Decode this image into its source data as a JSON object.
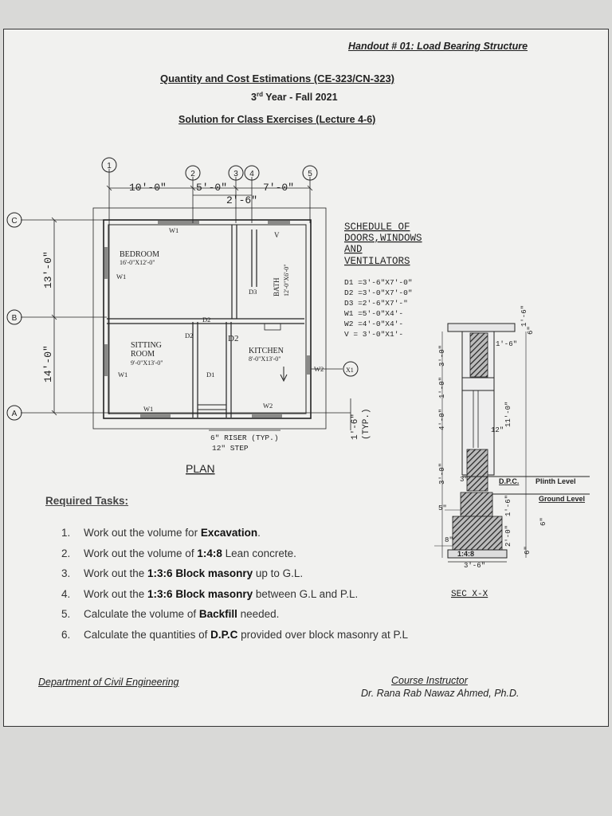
{
  "header": {
    "handout": "Handout # 01: Load Bearing Structure",
    "course": "Quantity and Cost Estimations (CE-323/CN-323)",
    "year_num": "3",
    "year_sup": "rd",
    "year_rest": " Year - Fall 2021",
    "solution": "Solution for Class Exercises (Lecture 4-6)"
  },
  "plan": {
    "title": "PLAN",
    "grid_numbers": [
      "1",
      "2",
      "3",
      "4",
      "5"
    ],
    "grid_letters": [
      "C",
      "B",
      "A"
    ],
    "dims_top": [
      "10'-0\"",
      "5'-0\"",
      "7'-0\"",
      "2'-6\""
    ],
    "dims_left": [
      "13'-0\"",
      "14'-0\""
    ],
    "rooms": {
      "bedroom_name": "BEDROOM",
      "bedroom_size": "16'-0\"X12'-0\"",
      "sitting_name_1": "SITTING",
      "sitting_name_2": "ROOM",
      "sitting_size": "9'-0\"X13'-0\"",
      "kitchen_name": "KITCHEN",
      "kitchen_size": "8'-0\"X13'-0\"",
      "bath_name": "BATH",
      "bath_size": "12'-0\"X6'-0\""
    },
    "labels": {
      "w1": "W1",
      "w2": "W2",
      "d1": "D1",
      "d2": "D2",
      "d3": "D3",
      "v": "V",
      "x1": "X1"
    },
    "riser": "6\" RISER (TYP.)",
    "step": "12\" STEP",
    "typ_dim": "1'-6\"",
    "typ": "(TYP.)"
  },
  "schedule": {
    "title_1": "SCHEDULE OF",
    "title_2": "DOORS,WINDOWS",
    "title_3": "AND",
    "title_4": "VENTILATORS",
    "items": [
      "D1 =3'-6\"X7'-0\"",
      "D2 =3'-0\"X7'-0\"",
      "D3 =2'-6\"X7'-\"",
      "W1 =5'-0\"X4'-",
      "W2 =4'-0\"X4'-",
      "V = 3'-0\"X1'-"
    ]
  },
  "section": {
    "title": "SEC X-X",
    "dpc": "D.P.C.",
    "plinth": "Plinth Level",
    "ground": "Ground Level",
    "ratio": "1:4:8",
    "dims": [
      "1'-6\"",
      "12\"",
      "3'-6\"",
      "1'-6\"",
      "2'-0\"",
      "6\"",
      "8\"",
      "5\"",
      "3\"",
      "1'-0\"",
      "3'-0\"",
      "4'-0\"",
      "3'-0\"",
      "11'-0\"",
      "6\"",
      "1'-6\"",
      "6\""
    ]
  },
  "tasks": {
    "title": "Required Tasks:",
    "items": [
      {
        "num": "1.",
        "pre": "Work out the volume for ",
        "bold": "Excavation",
        "post": "."
      },
      {
        "num": "2.",
        "pre": "Work out the volume of ",
        "bold": "1:4:8",
        "post": " Lean concrete."
      },
      {
        "num": "3.",
        "pre": "Work out the ",
        "bold": "1:3:6 Block masonry",
        "post": " up to G.L."
      },
      {
        "num": "4.",
        "pre": "Work out the ",
        "bold": "1:3:6 Block masonry",
        "post": " between G.L and P.L."
      },
      {
        "num": "5.",
        "pre": "Calculate the volume of ",
        "bold": "Backfill",
        "post": " needed."
      },
      {
        "num": "6.",
        "pre": "Calculate the quantities of ",
        "bold": "D.P.C",
        "post": " provided over block masonry at P.L"
      }
    ]
  },
  "footer": {
    "department": "Department of Civil Engineering",
    "instructor_label": "Course Instructor",
    "instructor_name": "Dr. Rana Rab Nawaz Ahmed, Ph.D."
  }
}
